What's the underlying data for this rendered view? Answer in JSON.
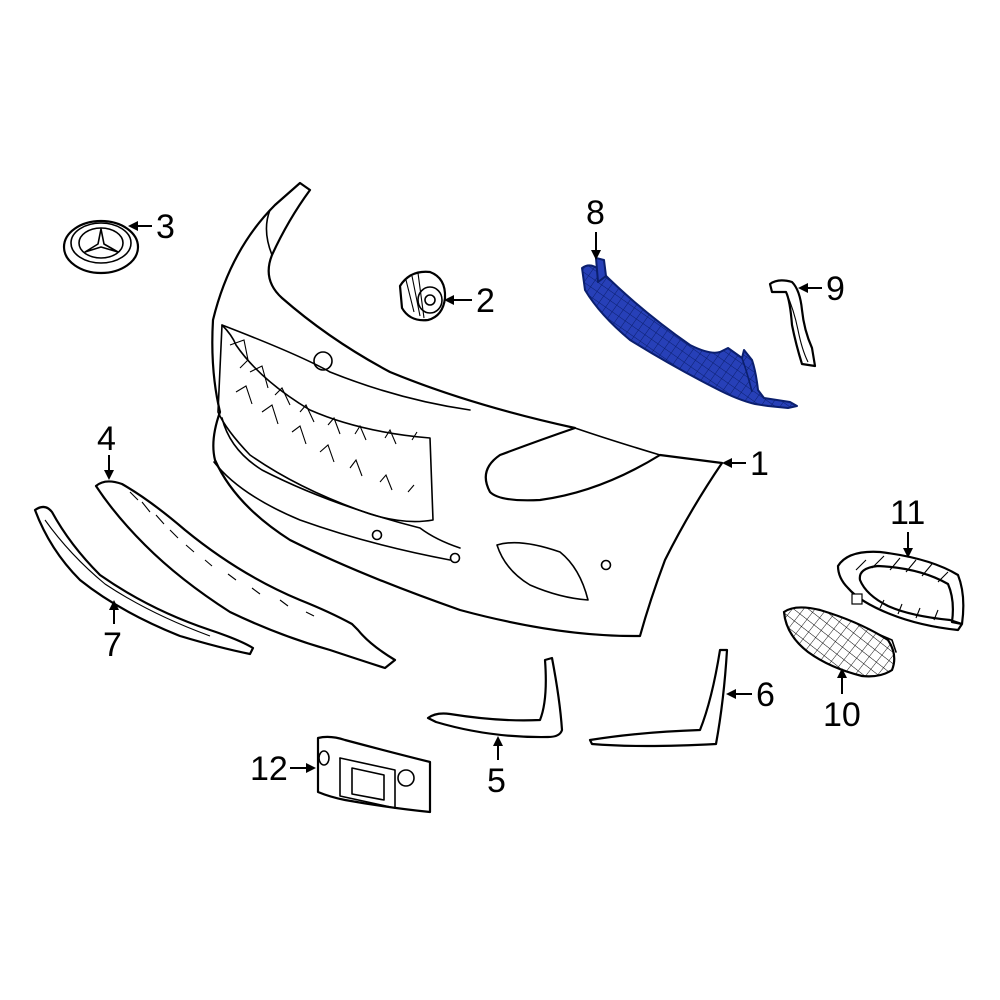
{
  "diagram": {
    "highlight_color": "#2740b8",
    "line_color": "#000000",
    "background_color": "#ffffff",
    "callouts": [
      {
        "id": "1",
        "label": "1"
      },
      {
        "id": "2",
        "label": "2"
      },
      {
        "id": "3",
        "label": "3"
      },
      {
        "id": "4",
        "label": "4"
      },
      {
        "id": "5",
        "label": "5"
      },
      {
        "id": "6",
        "label": "6"
      },
      {
        "id": "7",
        "label": "7"
      },
      {
        "id": "8",
        "label": "8",
        "highlighted": true
      },
      {
        "id": "9",
        "label": "9"
      },
      {
        "id": "10",
        "label": "10"
      },
      {
        "id": "11",
        "label": "11"
      },
      {
        "id": "12",
        "label": "12"
      }
    ]
  }
}
